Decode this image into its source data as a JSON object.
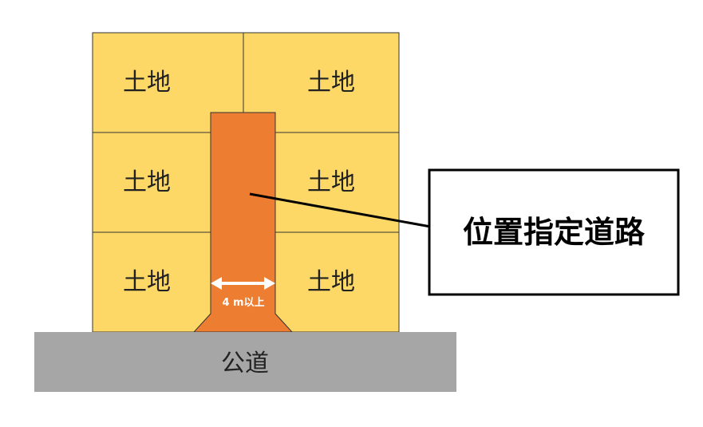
{
  "lots": [
    "土地",
    "土地",
    "土地",
    "土地",
    "土地",
    "土地"
  ],
  "public_road": "公道",
  "width_label": "4 m以上",
  "callout": "位置指定道路",
  "colors": {
    "lot": "#FDD866",
    "road": "#ED7D31",
    "public_road": "#A6A6A6"
  }
}
